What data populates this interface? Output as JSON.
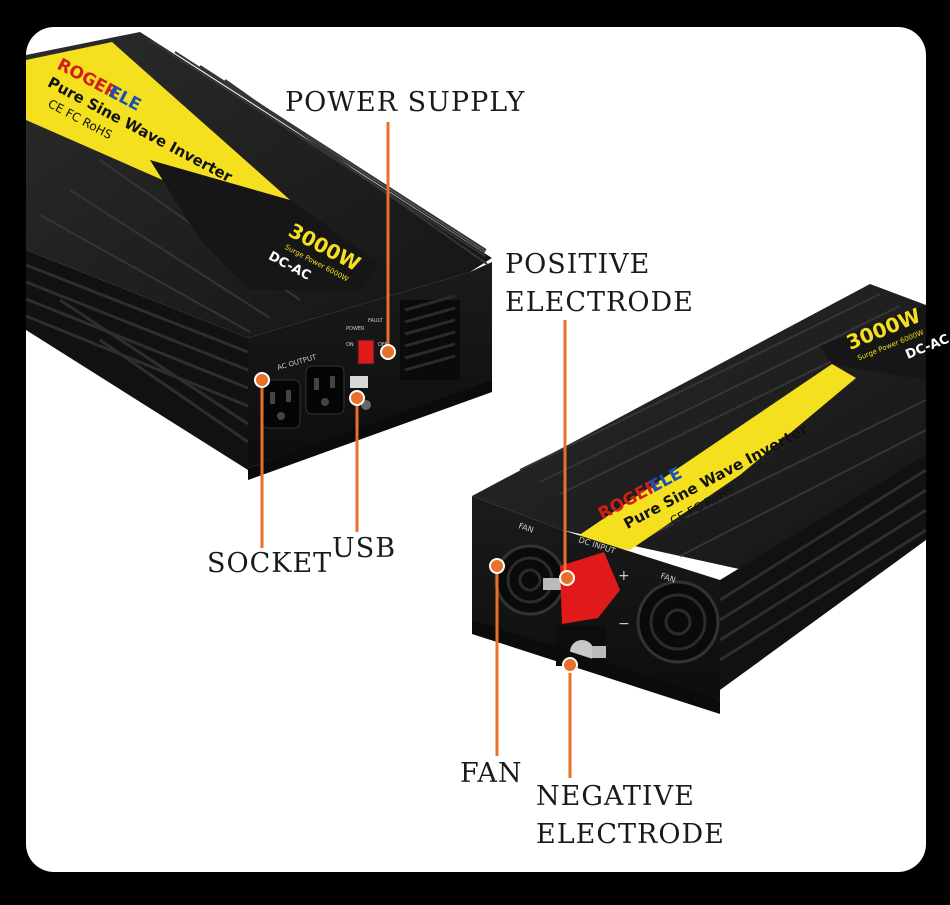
{
  "brand": {
    "name_red": "ROGER",
    "name_blue": "ELE",
    "tagline": "Pure Sine Wave Inverter",
    "certs": "CE FC RoHS",
    "power": "3000W",
    "surge": "Surge Power 6000W",
    "mode": "DC-AC"
  },
  "panel_text": {
    "ac_output": "AC OUTPUT",
    "power_led": "POWER",
    "fault_led": "FAULT",
    "on": "ON",
    "off": "OFF",
    "fan_left": "FAN",
    "fan_right": "FAN",
    "dc_input": "DC INPUT",
    "plus": "+",
    "minus": "−"
  },
  "callouts": {
    "power_supply": "POWER SUPPLY",
    "positive_1": "POSITIVE",
    "positive_2": "ELECTRODE",
    "socket": "SOCKET",
    "usb": "USB",
    "fan": "FAN",
    "negative_1": "NEGATIVE",
    "negative_2": "ELECTRODE"
  },
  "colors": {
    "accent": "#e8702a",
    "label_yellow": "#f4e01e",
    "body": "#1c1c1c",
    "terminal_red": "#e01a1a"
  }
}
